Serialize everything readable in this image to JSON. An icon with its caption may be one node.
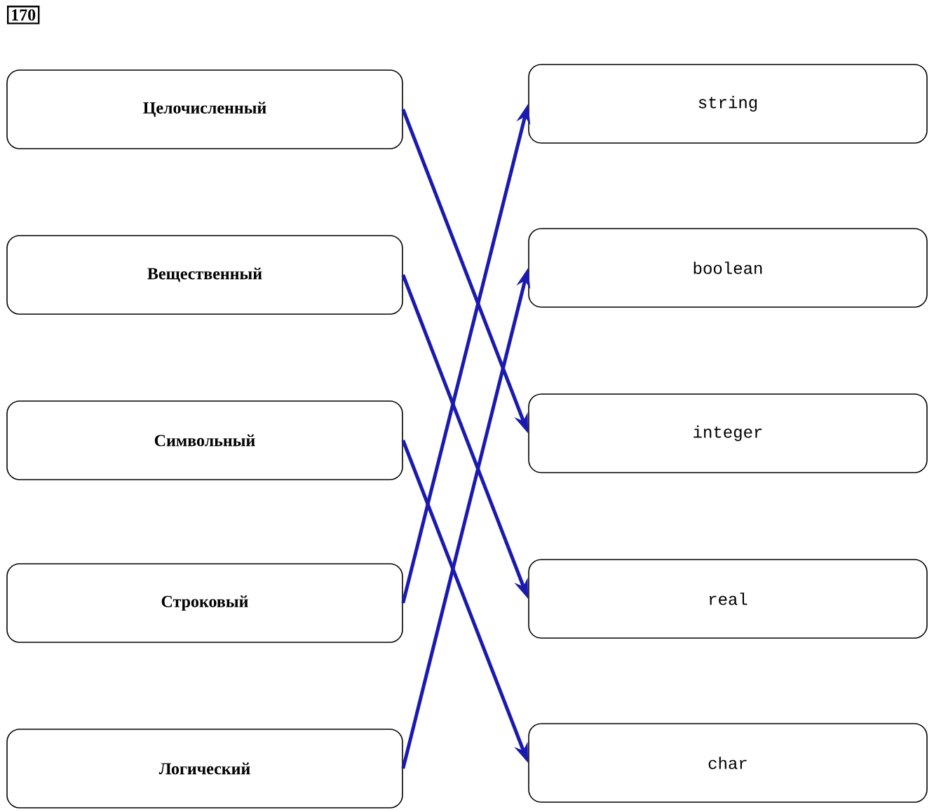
{
  "diagram": {
    "nodes": [
      {
        "text": [
          "Целочисленный"
        ]
      },
      {
        "text": [
          "Вещественный"
        ]
      },
      {
        "text": [
          "Символьный"
        ]
      },
      {
        "text": [
          "Строковый"
        ]
      },
      {
        "text": [
          "Логический"
        ]
      },
      {
        "text": [
          "string"
        ]
      },
      {
        "text": [
          "boolean"
        ]
      },
      {
        "text": [
          "integer"
        ]
      },
      {
        "text": [
          "real"
        ]
      },
      {
        "text": [
          "char"
        ]
      }
    ],
    "edges": [
      {
        "from": 0,
        "to": 7,
        "arrow": "to"
      },
      {
        "from": 1,
        "to": 8,
        "arrow": "to"
      },
      {
        "from": 2,
        "to": 9,
        "arrow": "to"
      },
      {
        "from": 3,
        "to": 5,
        "arrow": "to"
      },
      {
        "from": 4,
        "to": 6,
        "arrow": "to"
      }
    ],
    "labels": [
      "170"
    ]
  }
}
